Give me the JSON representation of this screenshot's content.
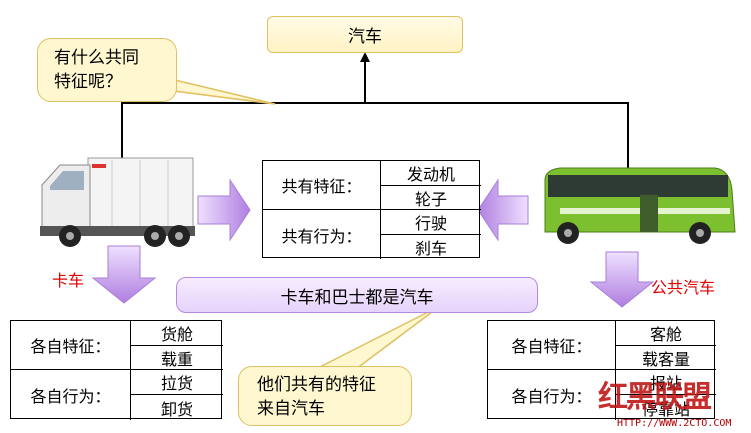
{
  "root": {
    "label": "汽车"
  },
  "callout_top": {
    "line1": "有什么共同",
    "line2": "特征呢？"
  },
  "shared": {
    "rows": [
      {
        "label": "共有特征：",
        "items": [
          "发动机",
          "轮子"
        ]
      },
      {
        "label": "共有行为：",
        "items": [
          "行驶",
          "刹车"
        ]
      }
    ]
  },
  "truck": {
    "name": "卡车",
    "rows": [
      {
        "label": "各自特征：",
        "items": [
          "货舱",
          "载重"
        ]
      },
      {
        "label": "各自行为：",
        "items": [
          "拉货",
          "卸货"
        ]
      }
    ]
  },
  "bus": {
    "name": "公共汽车",
    "rows": [
      {
        "label": "各自特征：",
        "items": [
          "客舱",
          "载客量"
        ]
      },
      {
        "label": "各自行为：",
        "items": [
          "报站",
          "停靠站"
        ]
      }
    ]
  },
  "banner": {
    "text": "卡车和巴士都是汽车"
  },
  "callout_bottom": {
    "line1": "他们共有的特征",
    "line2": "来自汽车"
  },
  "watermark": {
    "logo_text": "红黑联盟",
    "url": "HTTP://WWW.2CTO.COM"
  },
  "colors": {
    "arrow_purple": "#b07ee0",
    "callout_fill": "#fff7d0",
    "label_red": "#e00000"
  }
}
